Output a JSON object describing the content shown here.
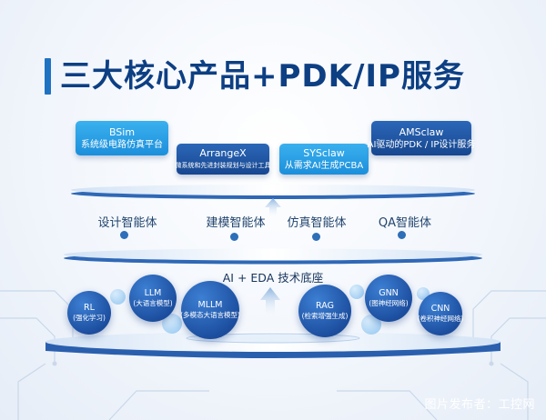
{
  "title": "三大核心产品+PDK/IP服务",
  "products": [
    {
      "name": "BSim",
      "desc": "系统级电路仿真平台"
    },
    {
      "name": "ArrangeX",
      "desc": "微系统和先进封装规划与设计工具"
    },
    {
      "name": "SYSclaw",
      "desc": "从需求AI生成PCBA"
    },
    {
      "name": "AMSclaw",
      "desc": "AI驱动的PDK / IP设计服务"
    }
  ],
  "agents": [
    "设计智能体",
    "建模智能体",
    "仿真智能体",
    "QA智能体"
  ],
  "base": {
    "title": "AI + EDA 技术底座",
    "models": [
      {
        "name": "RL",
        "desc": "(强化学习)"
      },
      {
        "name": "LLM",
        "desc": "(大语言模型)"
      },
      {
        "name": "MLLM",
        "desc": "(多模态大语言模型)"
      },
      {
        "name": "RAG",
        "desc": "(检索增强生成)"
      },
      {
        "name": "GNN",
        "desc": "(图神经网络)"
      },
      {
        "name": "CNN",
        "desc": "(卷积神经网络)"
      }
    ]
  },
  "watermark": "图片发布者：工控网",
  "colors": {
    "title": "#0d3f83",
    "accent": "#1f72c2",
    "light_box": "#1c8fdb",
    "dark_box": "#17478f"
  }
}
